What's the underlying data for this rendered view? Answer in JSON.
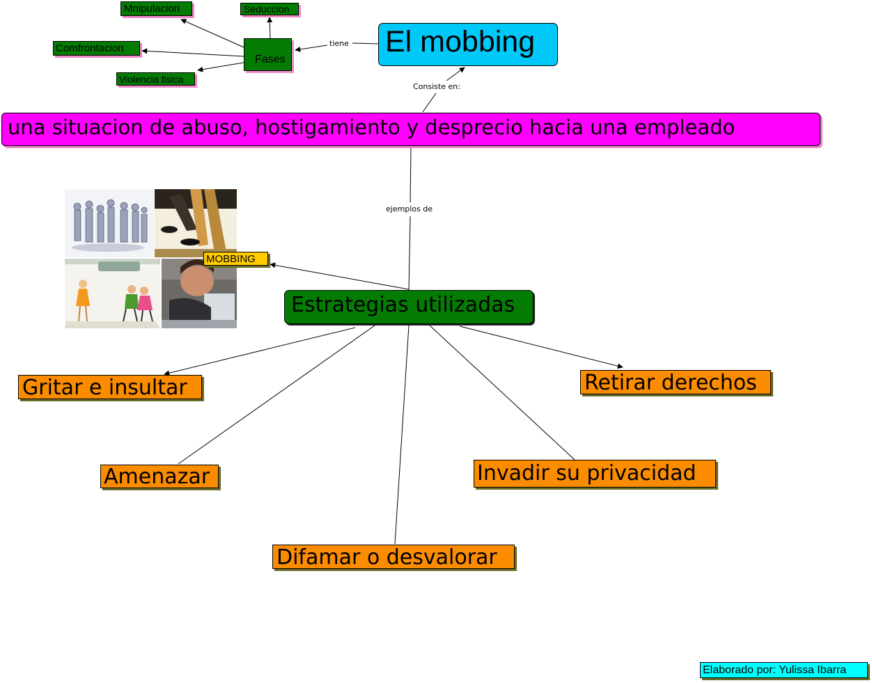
{
  "nodes": {
    "main": "El mobbing",
    "fases": "Fases",
    "manipulacion": "Mnipulacion",
    "seduccion": "Seduccion",
    "confrontacion": "Comfrontacion",
    "violencia": "Violencia fisica",
    "situacion": "una situacion de abuso, hostigamiento y desprecio hacia una empleado",
    "estrategias": "Estrategias utilizadas",
    "mobbing_tag": "MOBBING",
    "gritar": "Gritar e insultar",
    "amenazar": "Amenazar",
    "difamar": "Difamar o desvalorar",
    "invadir": "Invadir su privacidad",
    "retirar": "Retirar derechos",
    "credit": "Elaborado por: Yulissa Ibarra"
  },
  "links": {
    "tiene": "tiene",
    "consiste": "Consiste en:",
    "ejemplos": "ejemplos de"
  },
  "colors": {
    "main_bg": "#00c8f8",
    "situacion_bg": "#ff00ff",
    "green": "#047c04",
    "orange": "#fb8c00",
    "tag_bg": "#ffcc00",
    "credit_bg": "#00ffff"
  }
}
